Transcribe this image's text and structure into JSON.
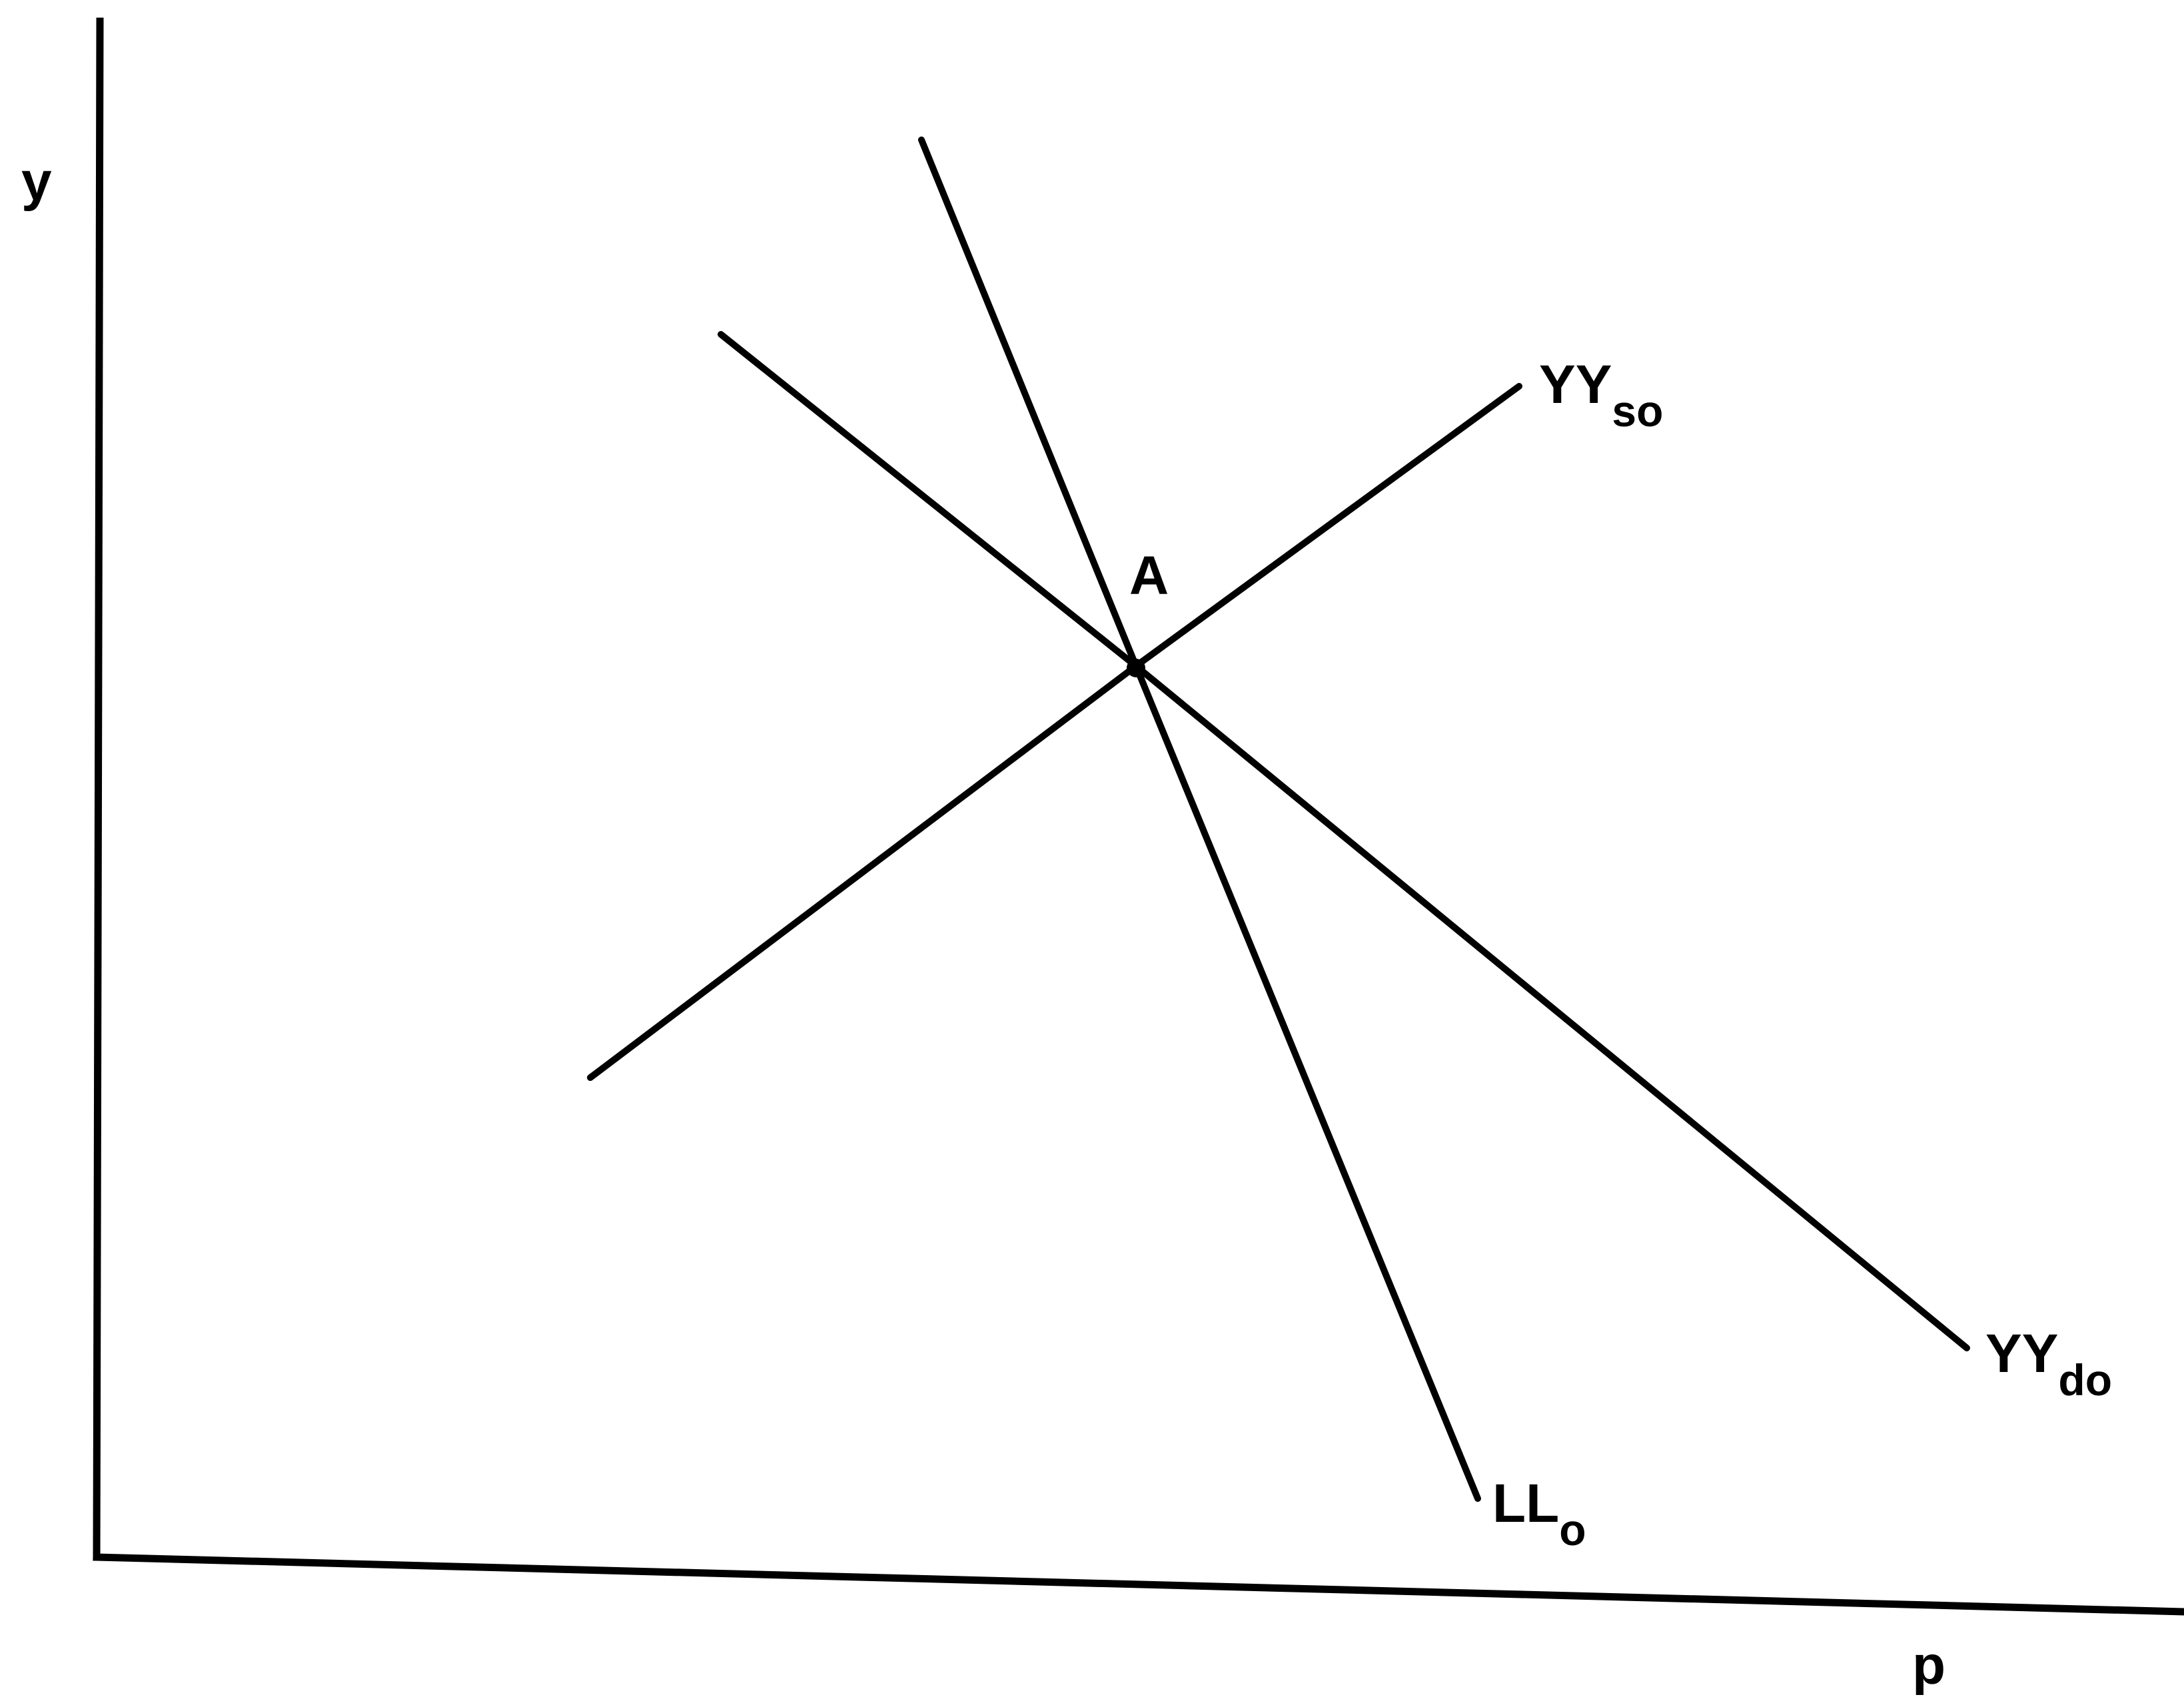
{
  "axes": {
    "y_label": "y",
    "x_label": "p"
  },
  "point": {
    "label": "A"
  },
  "curves": {
    "supply": {
      "main": "YY",
      "sub": "so"
    },
    "demand": {
      "main": "YY",
      "sub": "do"
    },
    "labor": {
      "main": "LL",
      "sub": "o"
    }
  },
  "colors": {
    "ink": "#000000",
    "background": "#ffffff"
  }
}
